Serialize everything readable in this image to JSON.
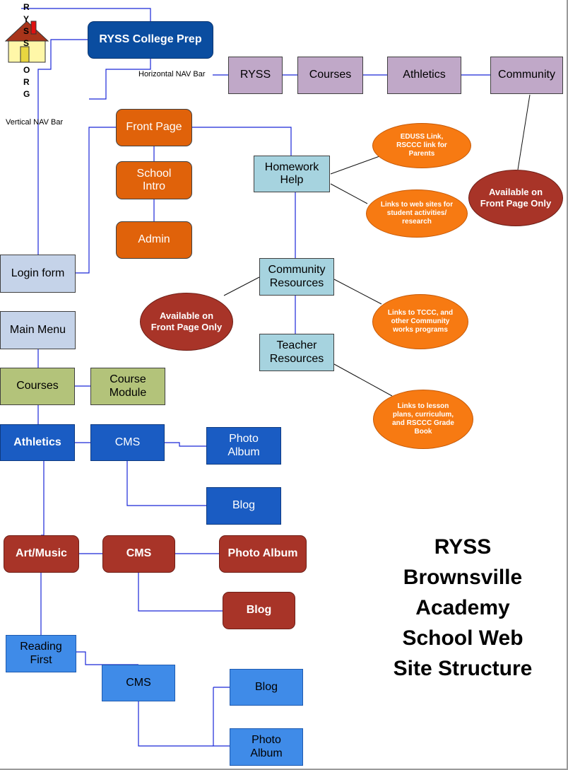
{
  "logo": {
    "letters": [
      "R",
      "Y",
      "S",
      "S",
      "O",
      "R",
      "G"
    ]
  },
  "labels": {
    "horizontal_nav": "Horizontal NAV Bar",
    "vertical_nav": "Vertical NAV Bar"
  },
  "nodes": {
    "college_prep": "RYSS College Prep",
    "hnav_ryss": "RYSS",
    "hnav_courses": "Courses",
    "hnav_athletics": "Athletics",
    "hnav_community": "Community",
    "front_page": "Front Page",
    "school_intro": "School\nIntro",
    "admin": "Admin",
    "homework_help": "Homework\nHelp",
    "community_resources": "Community\nResources",
    "teacher_resources": "Teacher\nResources",
    "login_form": "Login form",
    "main_menu": "Main Menu",
    "courses": "Courses",
    "course_module": "Course\nModule",
    "athletics": "Athletics",
    "athletics_cms": "CMS",
    "athletics_photo_album": "Photo\nAlbum",
    "athletics_blog": "Blog",
    "art_music": "Art/Music",
    "art_cms": "CMS",
    "art_photo_album": "Photo Album",
    "art_blog": "Blog",
    "reading_first": "Reading\nFirst",
    "reading_cms": "CMS",
    "reading_blog": "Blog",
    "reading_photo_album": "Photo\nAlbum"
  },
  "notes": {
    "eduss_link": "EDUSS Link,\nRSCCC link for\nParents",
    "links_web_sites": "Links to web sites for\nstudent activities/\nresearch",
    "available_front_right": "Available on\nFront Page Only",
    "available_front_left": "Available on\nFront Page Only",
    "links_tccc": "Links to TCCC, and\nother Community\nworks programs",
    "links_lesson": "Links to lesson\nplans, curriculum,\nand RSCCC Grade\nBook"
  },
  "title": [
    "RYSS",
    "Brownsville",
    "Academy",
    "School Web",
    "Site Structure"
  ],
  "colors": {
    "nav_blue": "#0a4da0",
    "lavender": "#c0a8c8",
    "orange_box": "#e0620a",
    "light_blue_box": "#a6d3df",
    "orange_oval": "#f77a12",
    "dark_red": "#a83428",
    "pale_blue": "#c5d3e9",
    "olive_green": "#b3c37a",
    "royal_blue": "#1a5cc3",
    "bright_blue": "#3f8be8",
    "line_blue": "#1a27d8"
  }
}
